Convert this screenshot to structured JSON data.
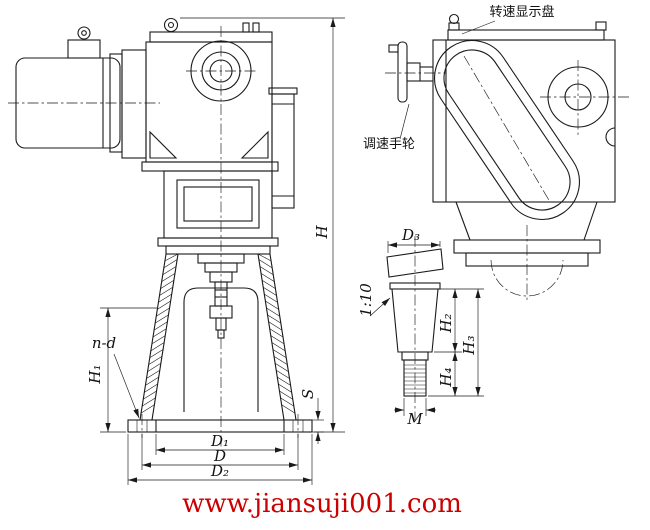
{
  "drawing": {
    "callouts": {
      "speed_display_panel": "转速显示盘",
      "speed_handwheel": "调速手轮"
    },
    "dimensions": {
      "H": "H",
      "H1": "H₁",
      "H2": "H₂",
      "H3": "H₃",
      "H4": "H₄",
      "D": "D",
      "D1": "D₁",
      "D2": "D₂",
      "D3": "D₃",
      "S": "S",
      "M": "M",
      "n_d": "n-d",
      "taper": "1:10"
    }
  },
  "footer": {
    "url": "www.jiansuji001.com"
  },
  "colors": {
    "line": "#1a1a1a",
    "footer": "#cc0000",
    "background": "#ffffff"
  }
}
